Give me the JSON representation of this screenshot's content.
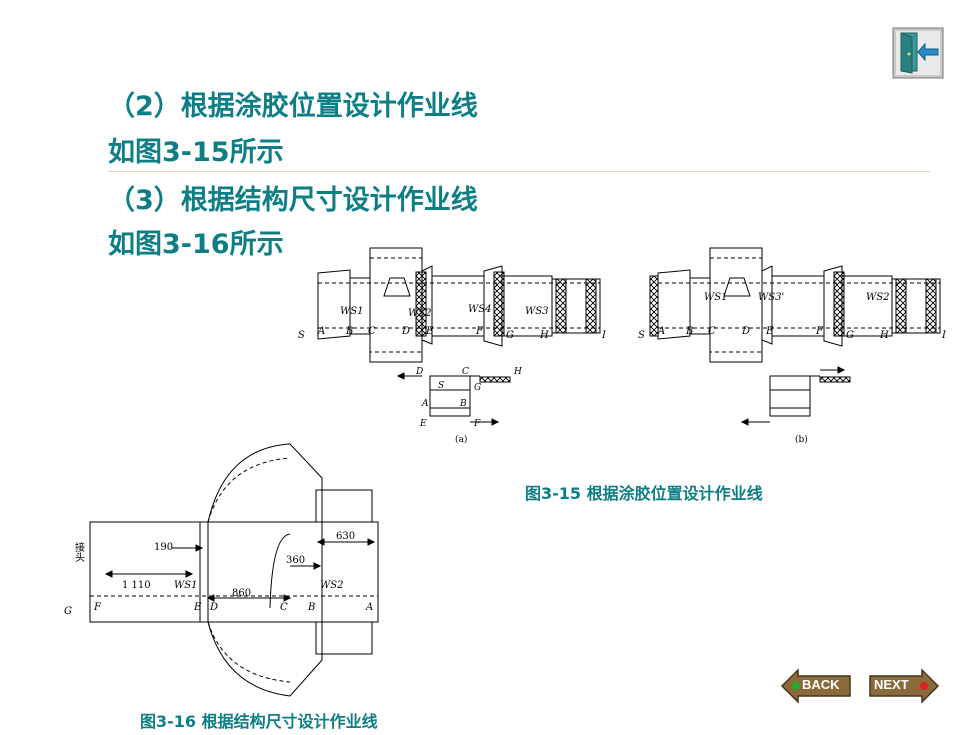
{
  "headings": {
    "line1": "（2）根据涂胶位置设计作业线",
    "line2": "如图3-15所示",
    "line3": "（3）根据结构尺寸设计作业线",
    "line4": "如图3-16所示"
  },
  "captions": {
    "fig15": "图3-15  根据涂胶位置设计作业线",
    "fig16": "图3-16  根据结构尺寸设计作业线"
  },
  "fig15": {
    "a": {
      "ws1": "WS1",
      "ws2": "WS2",
      "ws3": "WS3",
      "ws4": "WS4",
      "letters": [
        "S",
        "A",
        "B",
        "C",
        "D",
        "E",
        "F",
        "G",
        "H",
        "I"
      ],
      "sub": "(a)"
    },
    "b": {
      "ws1": "WS1",
      "ws3": "WS3'",
      "ws2": "WS2",
      "letters": [
        "S",
        "A",
        "B",
        "C",
        "D",
        "E",
        "F",
        "G",
        "H",
        "I"
      ],
      "sub": "(b)"
    },
    "schematic_letters": [
      "D",
      "C",
      "H",
      "S",
      "G",
      "A",
      "B",
      "E",
      "F"
    ]
  },
  "fig16": {
    "joint_label": "接头",
    "dims": [
      "190",
      "1 110",
      "860",
      "360",
      "630"
    ],
    "ws1": "WS1",
    "ws2": "WS2",
    "letters": [
      "G",
      "F",
      "E",
      "D",
      "C",
      "B",
      "A"
    ]
  },
  "nav": {
    "back": "BACK",
    "next": "NEXT"
  },
  "icons": {
    "exit": "exit-door-icon",
    "back": "back-arrow-icon",
    "next": "next-arrow-icon"
  },
  "colors": {
    "heading": "#0d7e86",
    "divider": "#e4d6b0",
    "nav_body": "#8a6a3a",
    "nav_dot_back": "#2aa82a",
    "nav_dot_next": "#e02020"
  }
}
